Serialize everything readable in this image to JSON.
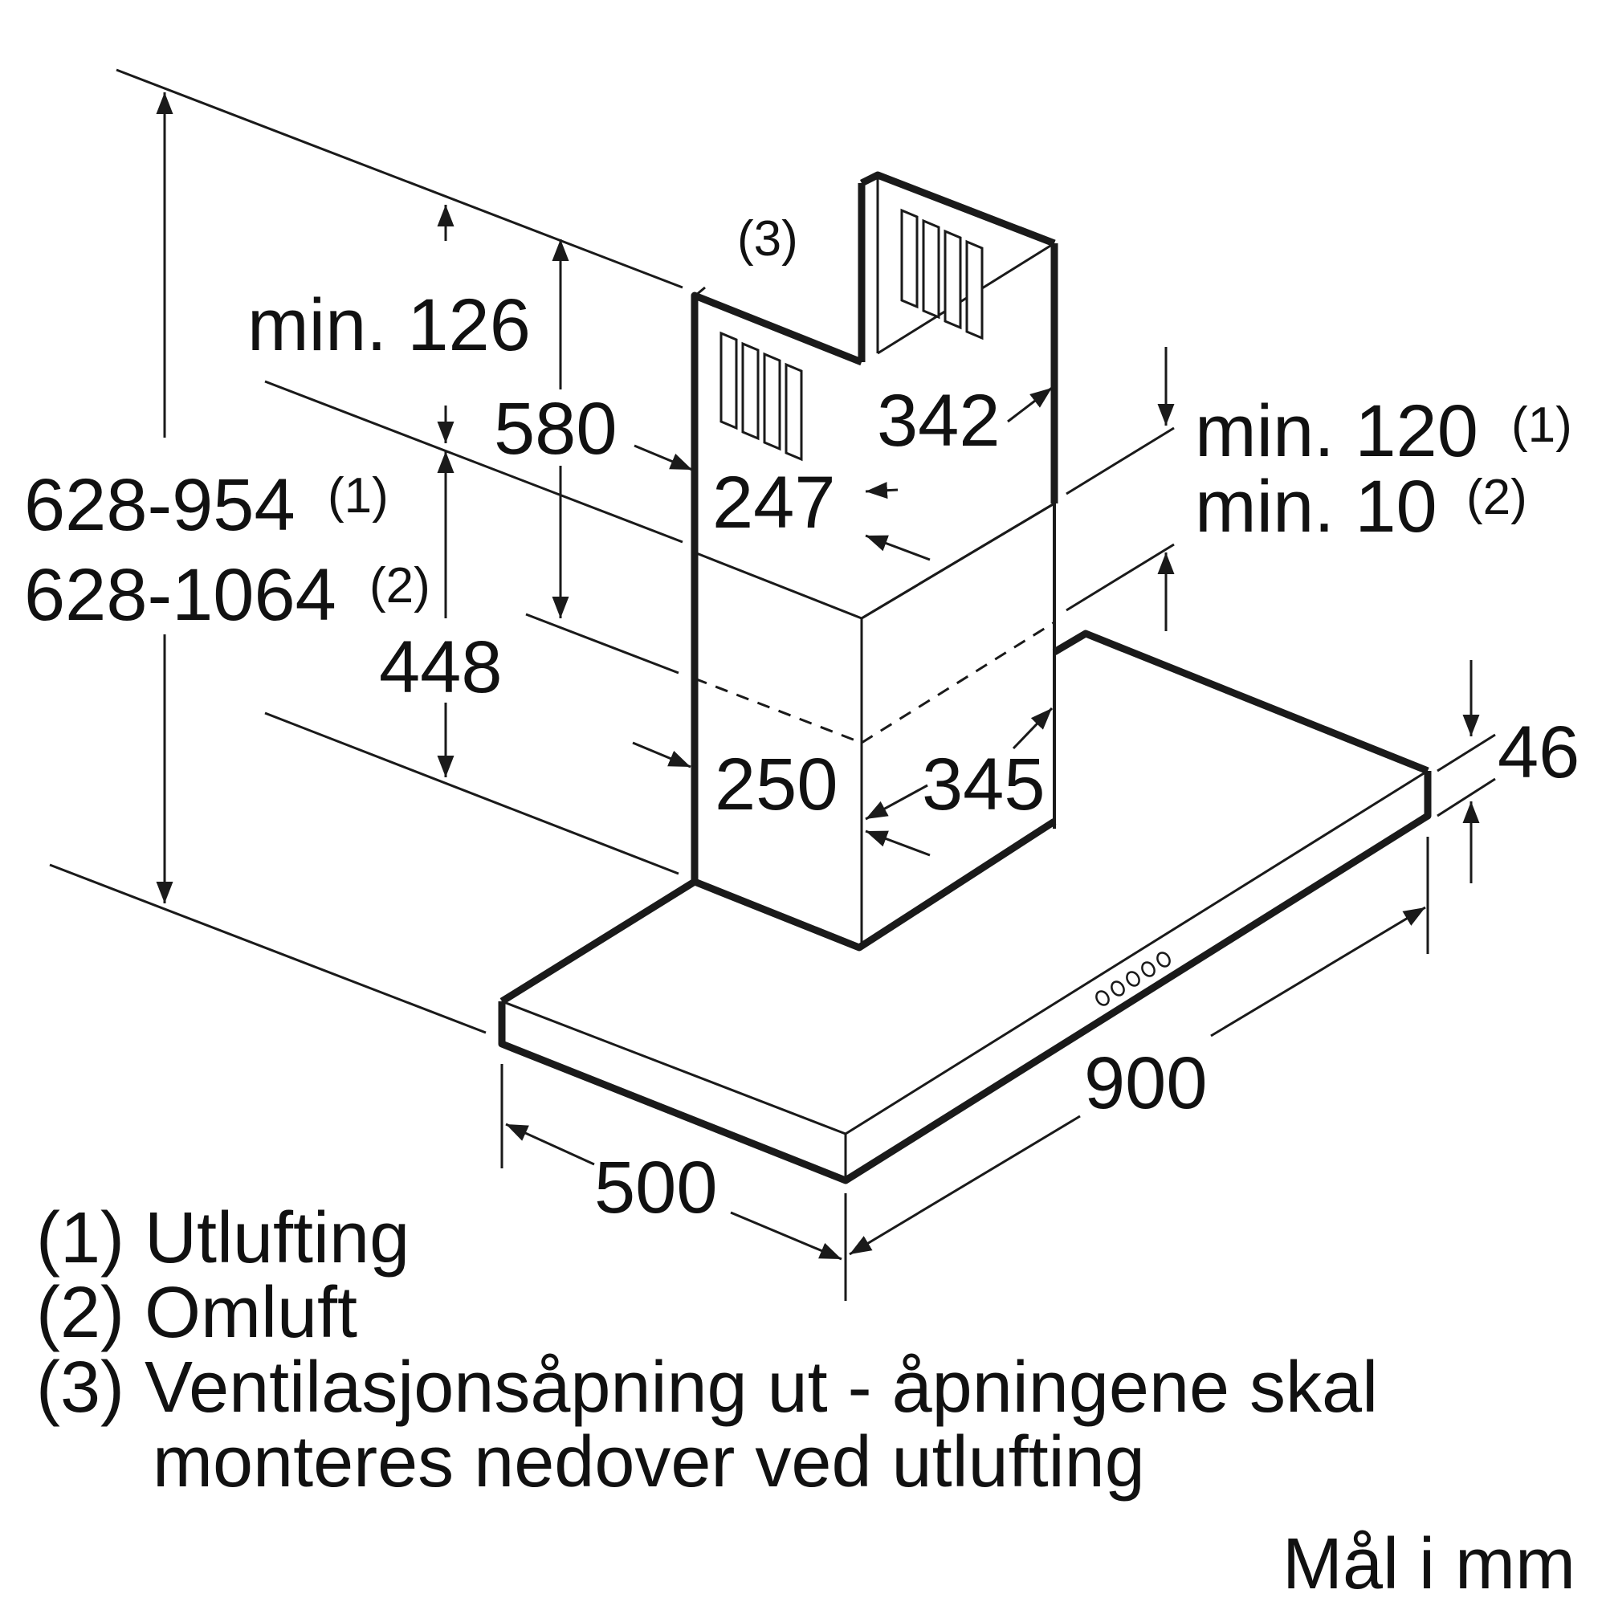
{
  "diagram": {
    "callout_3": "(3)",
    "dimensions": {
      "min_126": "min. 126",
      "d580": "580",
      "d342": "342",
      "d247": "247",
      "min_120": "min. 120",
      "min_120_note": "(1)",
      "min_10": "min. 10",
      "min_10_note": "(2)",
      "h_range_1": "628-954",
      "h_range_1_note": "(1)",
      "h_range_2": "628-1064",
      "h_range_2_note": "(2)",
      "d448": "448",
      "d250": "250",
      "d345": "345",
      "d46": "46",
      "d900": "900",
      "d500": "500"
    }
  },
  "legend": {
    "line1": "(1) Utlufting",
    "line2": "(2) Omluft",
    "line3": "(3) Ventilasjonsåpning ut - åpningene skal",
    "line4": "monteres nedover ved utlufting"
  },
  "units_note": "Mål i mm"
}
